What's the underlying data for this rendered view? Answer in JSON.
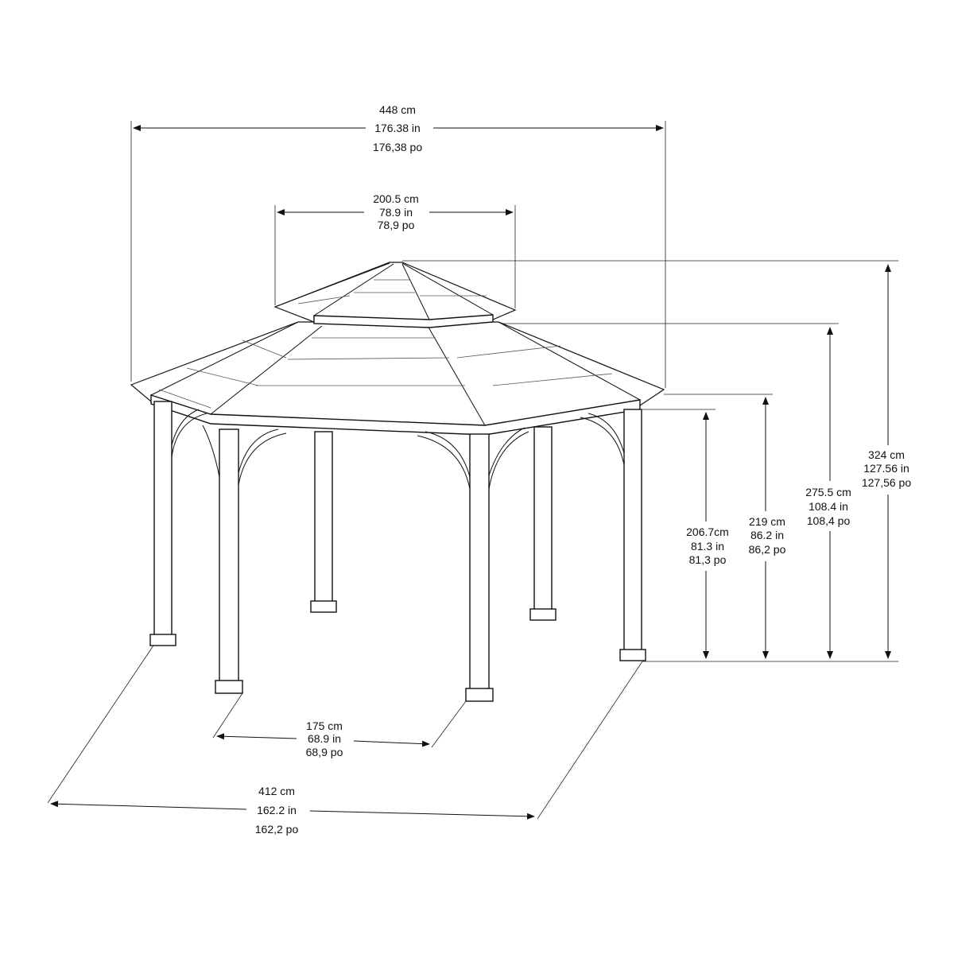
{
  "dimensions": {
    "overall_width": {
      "cm": "448 cm",
      "in": "176.38 in",
      "po": "176,38 po"
    },
    "top_roof_width": {
      "cm": "200.5 cm",
      "in": "78.9 in",
      "po": "78,9 po"
    },
    "total_height": {
      "cm": "324 cm",
      "in": "127.56 in",
      "po": "127,56 po"
    },
    "lower_roof_height": {
      "cm": "275.5 cm",
      "in": "108.4 in",
      "po": "108,4 po"
    },
    "eave_height": {
      "cm": "219 cm",
      "in": "86.2 in",
      "po": "86,2 po"
    },
    "beam_clearance": {
      "cm": "206.7cm",
      "in": "81.3 in",
      "po": "81,3 po"
    },
    "side_length": {
      "cm": "175 cm",
      "in": "68.9 in",
      "po": "68,9 po"
    },
    "base_width": {
      "cm": "412 cm",
      "in": "162.2 in",
      "po": "162,2 po"
    }
  }
}
